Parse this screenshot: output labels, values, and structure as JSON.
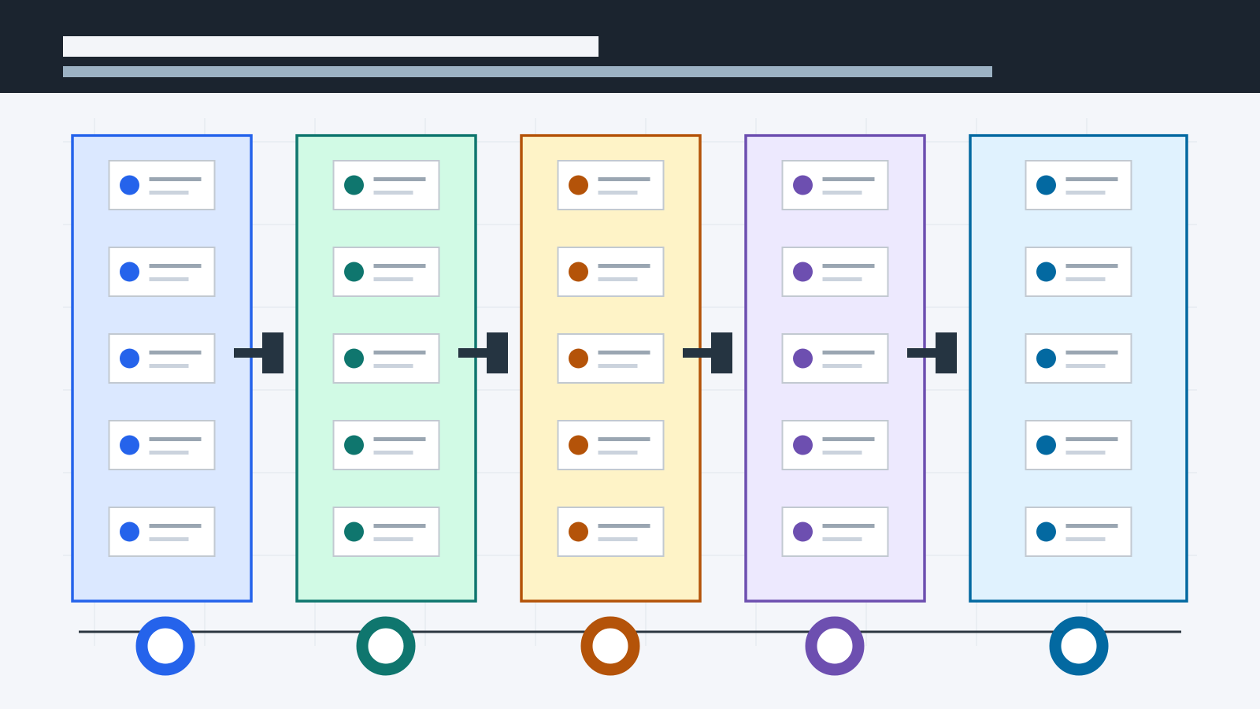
{
  "header": {
    "background": "#1b242f",
    "title_placeholder_color": "#f3f5f9",
    "subtitle_placeholder_color": "#9cb2c4"
  },
  "canvas": {
    "background": "#f4f6fa",
    "grid_color": "#e1e6ec",
    "connector_color": "#253441",
    "baseline_color": "#2b3640"
  },
  "stages": [
    {
      "color": "#2563eb",
      "fill": "#dbe8ff",
      "items": 5
    },
    {
      "color": "#0f766e",
      "fill": "#d1fae5",
      "items": 5
    },
    {
      "color": "#b45309",
      "fill": "#fef3c7",
      "items": 5
    },
    {
      "color": "#6d4fb0",
      "fill": "#ede9fe",
      "items": 5
    },
    {
      "color": "#0369a1",
      "fill": "#e0f2fe",
      "items": 5
    }
  ],
  "item_card": {
    "border": "#c2c9d1",
    "fill": "#ffffff",
    "line_primary": "#9aa6b2",
    "line_secondary": "#cbd3dd"
  }
}
